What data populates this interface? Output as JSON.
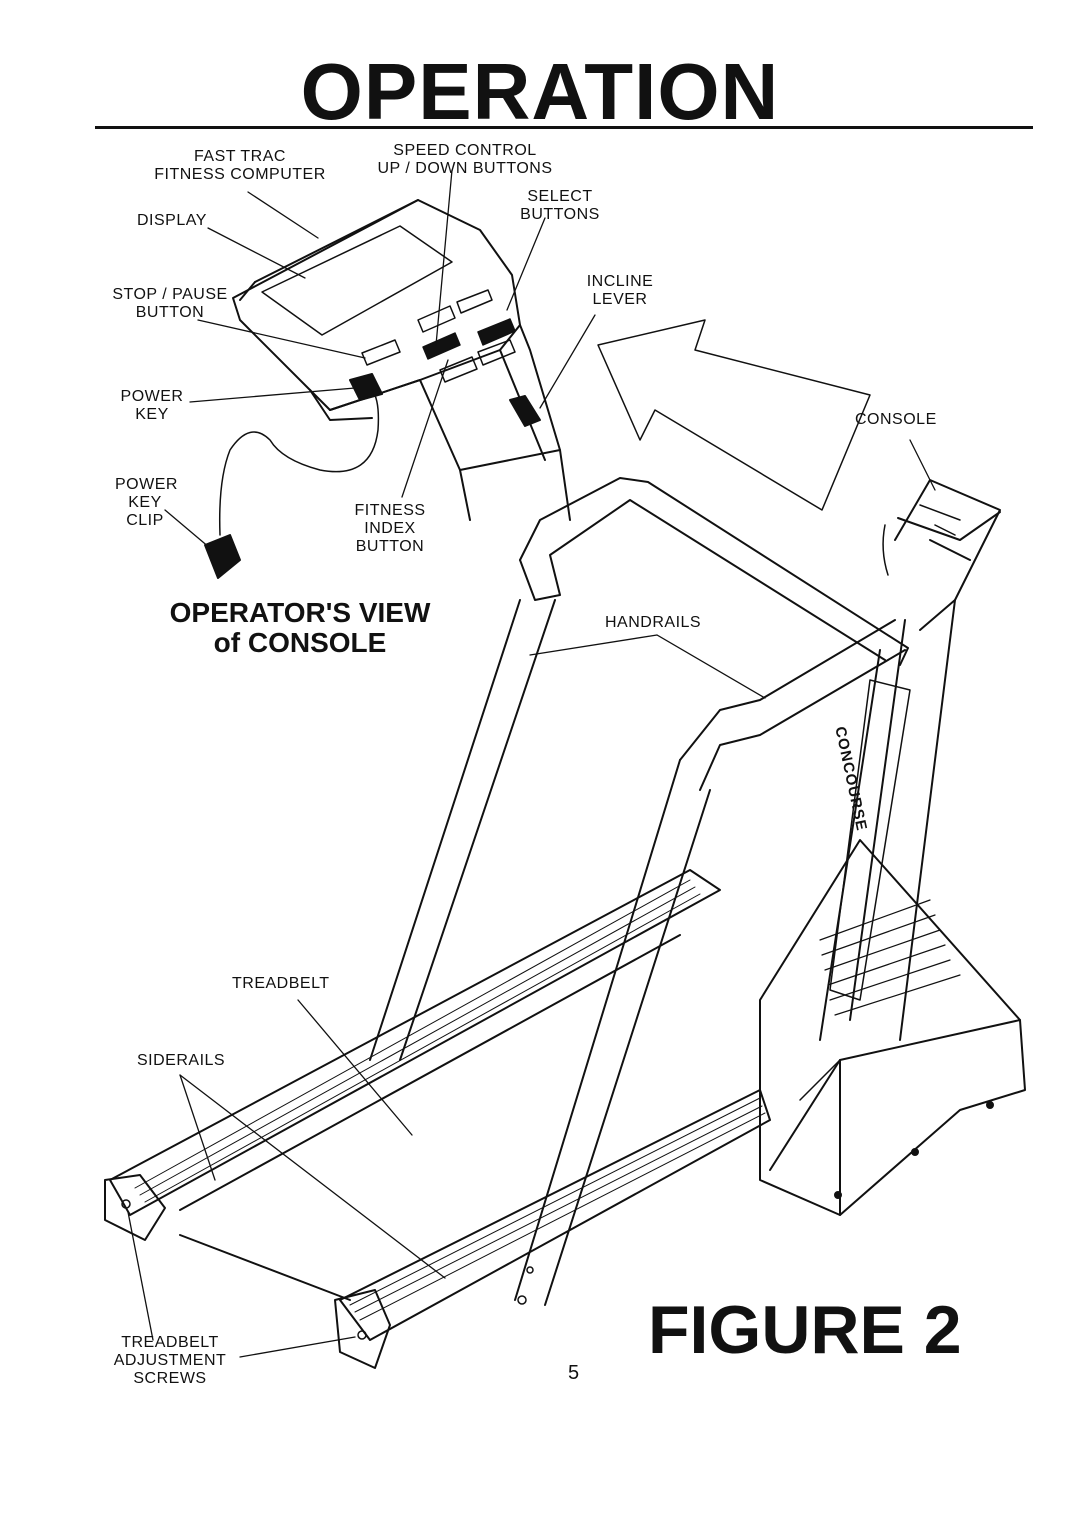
{
  "header": {
    "title": "OPERATION"
  },
  "labels": {
    "fast_trac": "FAST TRAC\nFITNESS COMPUTER",
    "speed_control": "SPEED CONTROL\nUP / DOWN BUTTONS",
    "select_buttons": "SELECT\nBUTTONS",
    "display": "DISPLAY",
    "incline_lever": "INCLINE\nLEVER",
    "stop_pause": "STOP / PAUSE\nBUTTON",
    "power_key": "POWER\nKEY",
    "console": "CONSOLE",
    "power_key_clip": "POWER\nKEY\nCLIP",
    "fitness_index": "FITNESS\nINDEX\nBUTTON",
    "handrails": "HANDRAILS",
    "treadbelt": "TREADBELT",
    "siderails": "SIDERAILS",
    "treadbelt_adjustment": "TREADBELT\nADJUSTMENT\nSCREWS"
  },
  "operators_view": "OPERATOR'S VIEW\nof CONSOLE",
  "brand": "CONCOURSE",
  "figure_label": "FIGURE 2",
  "page_number": "5"
}
